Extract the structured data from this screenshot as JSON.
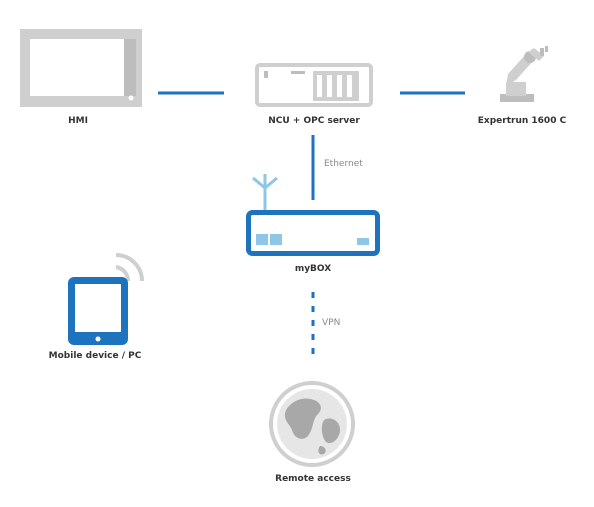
{
  "nodes": {
    "hmi": {
      "label": "HMI"
    },
    "ncu": {
      "label": "NCU + OPC server"
    },
    "robot": {
      "label": "Expertrun 1600 C"
    },
    "mybox": {
      "label": "myBOX"
    },
    "mobile": {
      "label": "Mobile device / PC"
    },
    "remote": {
      "label": "Remote access"
    }
  },
  "edges": {
    "ethernet": {
      "label": "Ethernet"
    },
    "vpn": {
      "label": "VPN"
    }
  },
  "colors": {
    "accent": "#1e73be",
    "light_accent": "#8ec6e8",
    "device_gray": "#cfcfcf",
    "device_dark": "#b5b5b5"
  }
}
